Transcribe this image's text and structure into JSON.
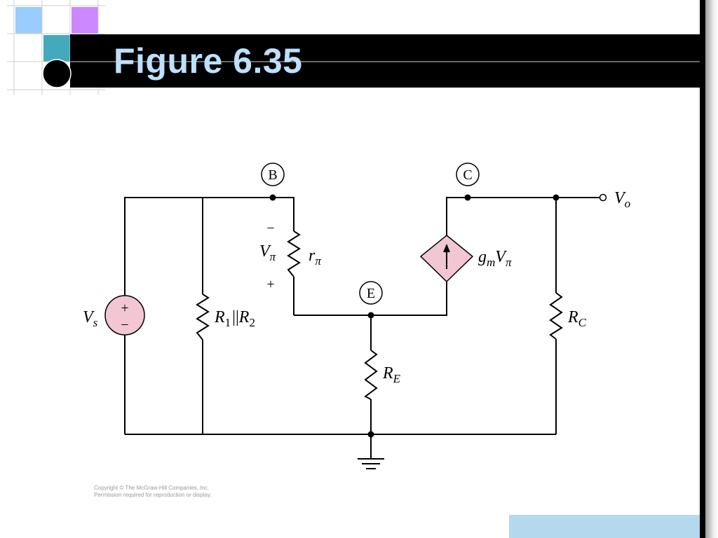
{
  "slide": {
    "title": "Figure 6.35",
    "copyright_line1": "Copyright © The McGraw-Hill Companies, Inc.",
    "copyright_line2": "Permission required for reproduction or display."
  },
  "circuit": {
    "nodes": {
      "base": "B",
      "collector": "C",
      "emitter": "E"
    },
    "source": {
      "name": "V",
      "sub": "s",
      "plus": "+",
      "minus": "−"
    },
    "r12": {
      "r1": "R",
      "r1_sub": "1",
      "parallel": "||",
      "r2": "R",
      "r2_sub": "2"
    },
    "rpi": {
      "name": "r",
      "sub": "π"
    },
    "vpi": {
      "name": "V",
      "sub": "π",
      "plus": "+",
      "minus": "−"
    },
    "gm": {
      "g": "g",
      "g_sub": "m",
      "v": "V",
      "v_sub": "π"
    },
    "re": {
      "name": "R",
      "sub": "E"
    },
    "rc": {
      "name": "R",
      "sub": "C"
    },
    "output": {
      "name": "V",
      "sub": "o"
    }
  },
  "colors": {
    "title_bar": "#000000",
    "title_text": "#bde0ff",
    "source_fill": "#f2c6d2",
    "deco_blue": "#99ccff",
    "deco_purple": "#cc88ff",
    "deco_teal": "#44aabb",
    "corner_rect": "#b4d8ee"
  },
  "icons": {
    "source": "independent-voltage-source-icon",
    "dependent": "dependent-current-source-icon",
    "ground": "ground-icon"
  }
}
